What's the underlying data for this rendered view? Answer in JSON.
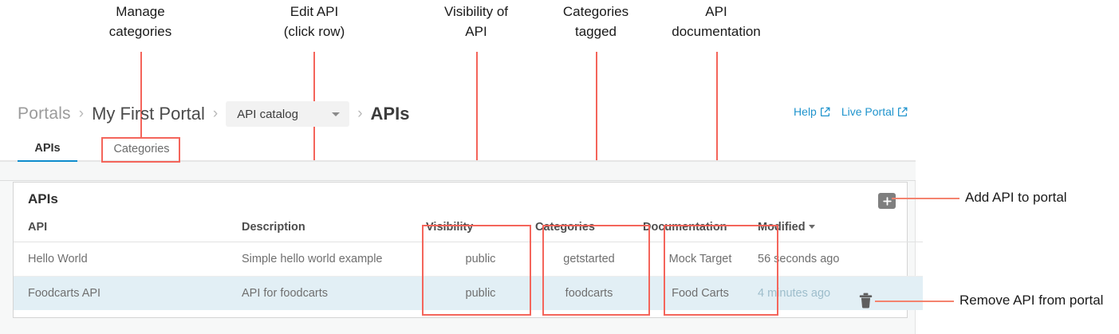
{
  "annotations": {
    "top": [
      {
        "line1": "Manage",
        "line2": "categories"
      },
      {
        "line1": "Edit API",
        "line2": "(click row)"
      },
      {
        "line1": "Visibility of",
        "line2": "API"
      },
      {
        "line1": "Categories",
        "line2": "tagged"
      },
      {
        "line1": "API",
        "line2": "documentation"
      }
    ],
    "right": [
      {
        "label": "Add API to portal"
      },
      {
        "label": "Remove API from portal"
      }
    ],
    "accent_color": "#f4655b"
  },
  "breadcrumb": {
    "portals": "Portals",
    "separator": "›",
    "portal_name": "My First Portal",
    "catalog_select": "API catalog",
    "current": "APIs"
  },
  "toplinks": {
    "help": "Help",
    "live_portal": "Live Portal",
    "color": "#2094cd"
  },
  "tabs": [
    {
      "label": "APIs",
      "active": true
    },
    {
      "label": "Categories",
      "active": false
    }
  ],
  "panel": {
    "title": "APIs",
    "add_button_icon": "plus-icon",
    "delete_button_icon": "trash-icon"
  },
  "table": {
    "columns": [
      "API",
      "Description",
      "Visibility",
      "Categories",
      "Documentation",
      "Modified"
    ],
    "sorted_column": "Modified",
    "sort_direction": "desc",
    "rows": [
      {
        "api": "Hello World",
        "description": "Simple hello world example",
        "visibility": "public",
        "categories": "getstarted",
        "documentation": "Mock Target",
        "modified": "56 seconds ago",
        "selected": false
      },
      {
        "api": "Foodcarts API",
        "description": "API for foodcarts",
        "visibility": "public",
        "categories": "foodcarts",
        "documentation": "Food Carts",
        "modified": "4 minutes ago",
        "selected": true
      }
    ]
  }
}
